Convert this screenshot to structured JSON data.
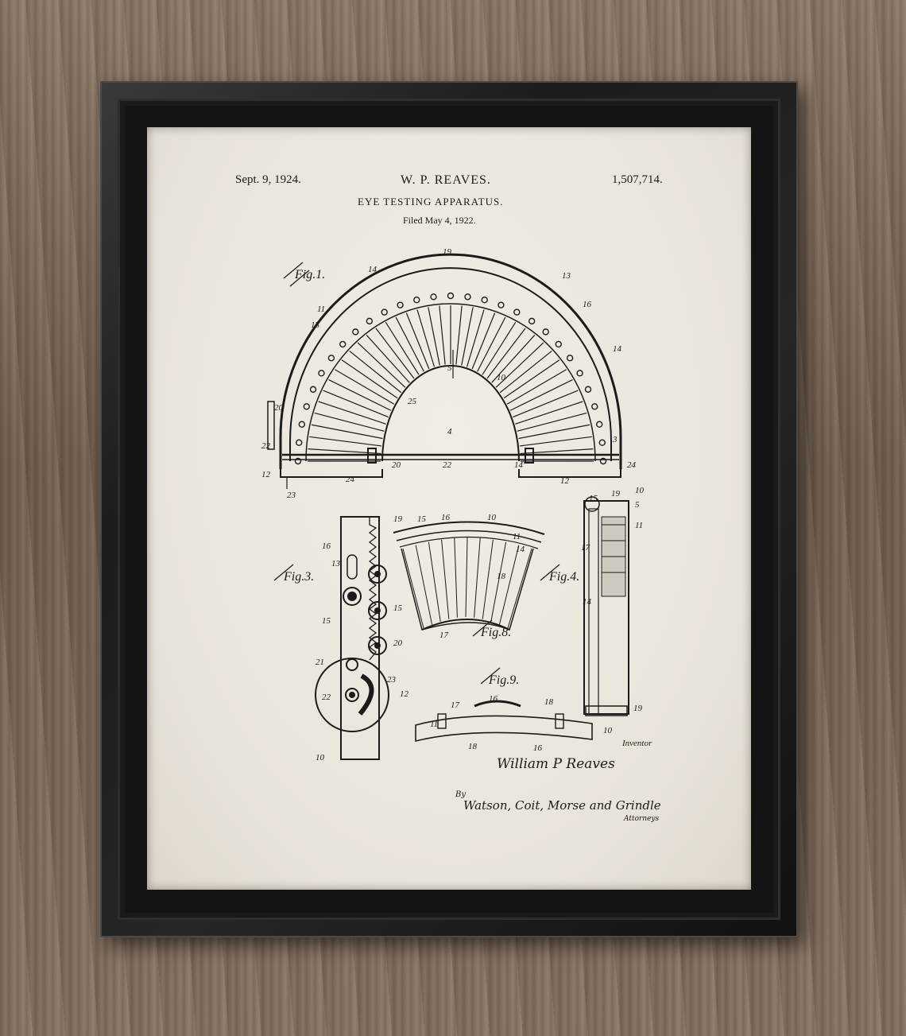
{
  "patent": {
    "date": "Sept. 9, 1924.",
    "inventor": "W. P. REAVES.",
    "patent_number": "1,507,714.",
    "title": "EYE TESTING APPARATUS.",
    "filed": "Filed May 4, 1922."
  },
  "figures": {
    "fig1": "Fig.1.",
    "fig3": "Fig.3.",
    "fig4": "Fig.4.",
    "fig8": "Fig.8.",
    "fig9": "Fig.9."
  },
  "signatures": {
    "inventor_label": "Inventor",
    "inventor_signature": "William P Reaves",
    "attorneys_prefix": "By",
    "attorneys_signature": "Watson, Coit, Morse and Grindle",
    "attorneys_label": "Attorneys"
  },
  "ref_numerals": [
    "19",
    "14",
    "13",
    "16",
    "11",
    "15",
    "14",
    "10",
    "25",
    "20",
    "22",
    "3",
    "12",
    "24",
    "23",
    "24",
    "12",
    "20",
    "22",
    "14'",
    "4",
    "5",
    "10",
    "5",
    "11",
    "17",
    "16",
    "13",
    "19",
    "15",
    "16",
    "10",
    "11",
    "14",
    "18",
    "15",
    "15",
    "20",
    "21",
    "23",
    "22",
    "12",
    "10",
    "17",
    "19",
    "17",
    "16",
    "18",
    "11",
    "18",
    "16",
    "10",
    "15",
    "19",
    "14"
  ]
}
